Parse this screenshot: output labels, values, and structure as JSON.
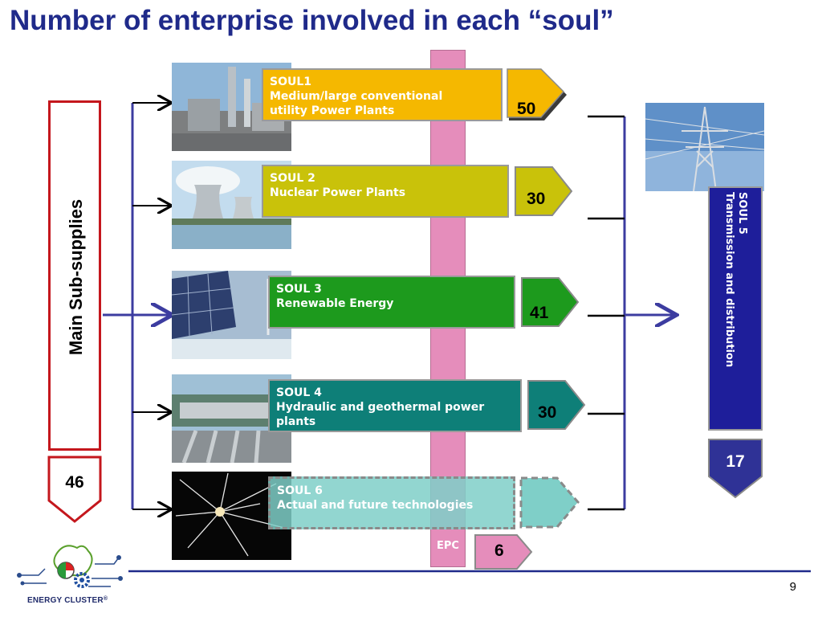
{
  "title": "Number of enterprise involved in each “soul”",
  "main_sub_supplies": {
    "label": "Main Sub-supplies",
    "count": "46"
  },
  "epc": {
    "label": "EPC",
    "count": "6"
  },
  "souls": [
    {
      "id": "SOUL1",
      "line1": "SOUL1",
      "line2": "Medium/large conventional",
      "line3": "utility Power Plants",
      "count": "50",
      "color": "#f5b800"
    },
    {
      "id": "SOUL2",
      "line1": "SOUL 2",
      "line2": "Nuclear Power Plants",
      "line3": "",
      "count": "30",
      "color": "#c9c20a"
    },
    {
      "id": "SOUL3",
      "line1": "SOUL 3",
      "line2": "Renewable Energy",
      "line3": "",
      "count": "41",
      "color": "#1d9a1d"
    },
    {
      "id": "SOUL4",
      "line1": "SOUL 4",
      "line2": "Hydraulic and geothermal power",
      "line3": "plants",
      "count": "30",
      "color": "#0e7f78"
    },
    {
      "id": "SOUL6",
      "line1": "SOUL 6",
      "line2": "Actual and future technologies",
      "line3": "",
      "count": "",
      "color": "#7fcfc8"
    }
  ],
  "soul5": {
    "line1": "SOUL 5",
    "line2": "Transmission and distribution",
    "count": "17",
    "color": "#1e1e9a"
  },
  "logo": {
    "text": "ENERGY CLUSTER",
    "mark": "®"
  },
  "page_number": "9"
}
